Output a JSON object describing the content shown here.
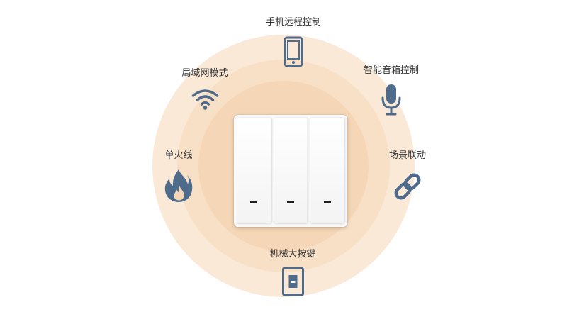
{
  "features": {
    "remote": {
      "label": "手机远程控制",
      "icon": "smartphone-icon"
    },
    "lan": {
      "label": "局域网模式",
      "icon": "wifi-icon"
    },
    "speaker": {
      "label": "智能音箱控制",
      "icon": "microphone-icon"
    },
    "single_wire": {
      "label": "单火线",
      "icon": "flame-icon"
    },
    "scene": {
      "label": "场景联动",
      "icon": "link-chain-icon"
    },
    "mechanical": {
      "label": "机械大按键",
      "icon": "rocker-switch-icon"
    }
  },
  "switch": {
    "gangs": 3
  },
  "colors": {
    "icon": "#4f6b8c",
    "ring_outer": "#fbe9d7",
    "ring_mid": "#f8e0c6",
    "ring_inner": "#f5d6b6",
    "text": "#333333"
  }
}
